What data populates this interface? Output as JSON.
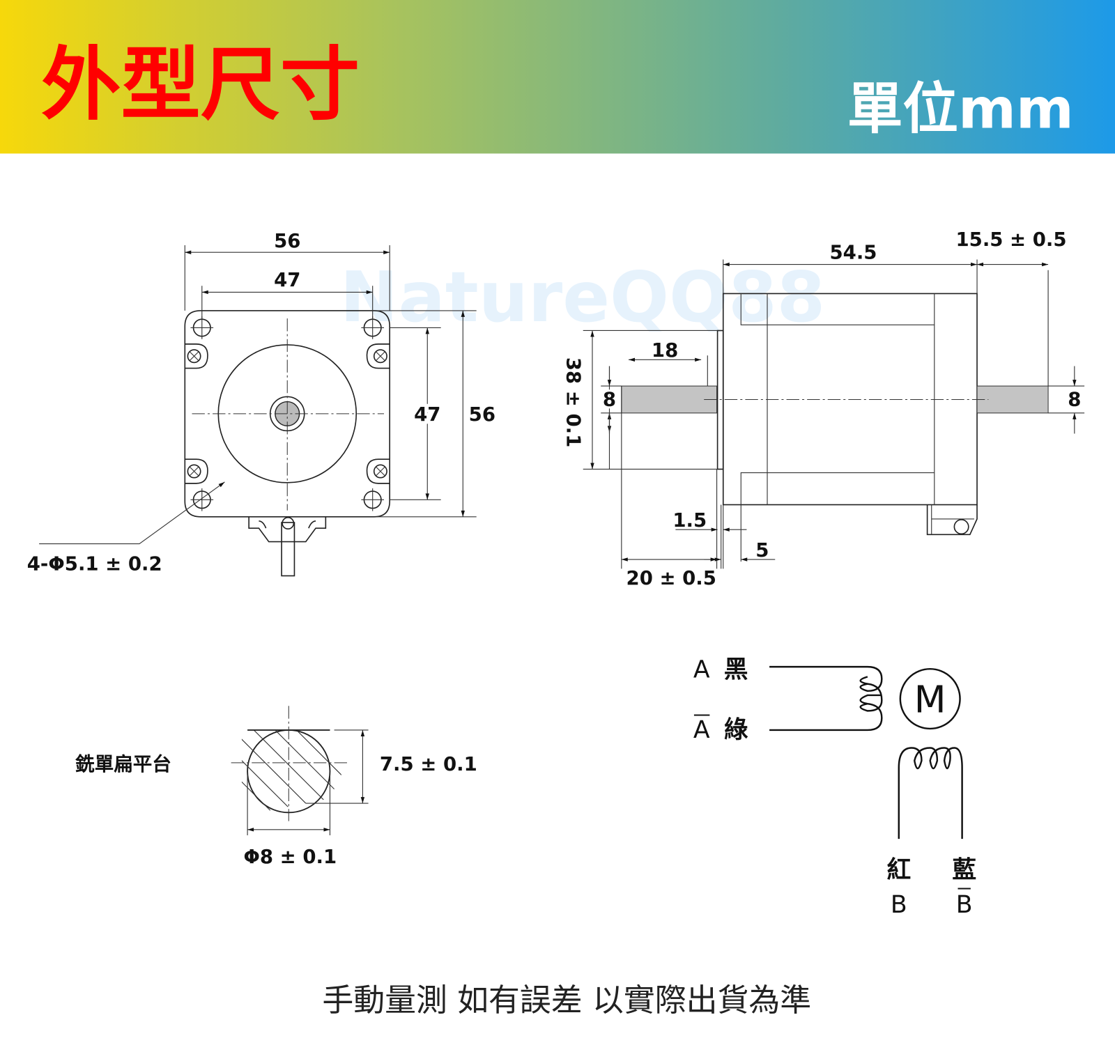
{
  "header": {
    "title": "外型尺寸",
    "unit": "單位mm",
    "gradient": [
      "#f6d80b",
      "#a9c35c",
      "#5fab9f",
      "#1d9ae8"
    ],
    "title_color": "#ff0000"
  },
  "watermark": "NatureQQ88",
  "front_view": {
    "width_outer": "56",
    "width_inner": "47",
    "height_inner": "47",
    "height_outer": "56",
    "holes": "4-Φ5.1 ± 0.2"
  },
  "side_view": {
    "body_length": "54.5",
    "shaft_length": "15.5 ± 0.5",
    "flat_length": "18",
    "shaft_dia_left": "8",
    "shaft_dia_right": "8",
    "boss_dia": "38 ± 0.1",
    "boss_height": "1.5",
    "flange": "5",
    "front_shaft": "20 ± 0.5"
  },
  "shaft_section": {
    "label": "銑單扁平台",
    "flat_dim": "7.5 ± 0.1",
    "diameter": "Φ8 ± 0.1"
  },
  "wiring": {
    "motor": "M",
    "a_label": "A",
    "a_color": "黑",
    "a_bar_label": "A",
    "a_bar_color": "綠",
    "b_color": "紅",
    "b_label": "B",
    "b_bar_color": "藍",
    "b_bar_label": "B"
  },
  "footer": "手動量測 如有誤差 以實際出貨為準"
}
